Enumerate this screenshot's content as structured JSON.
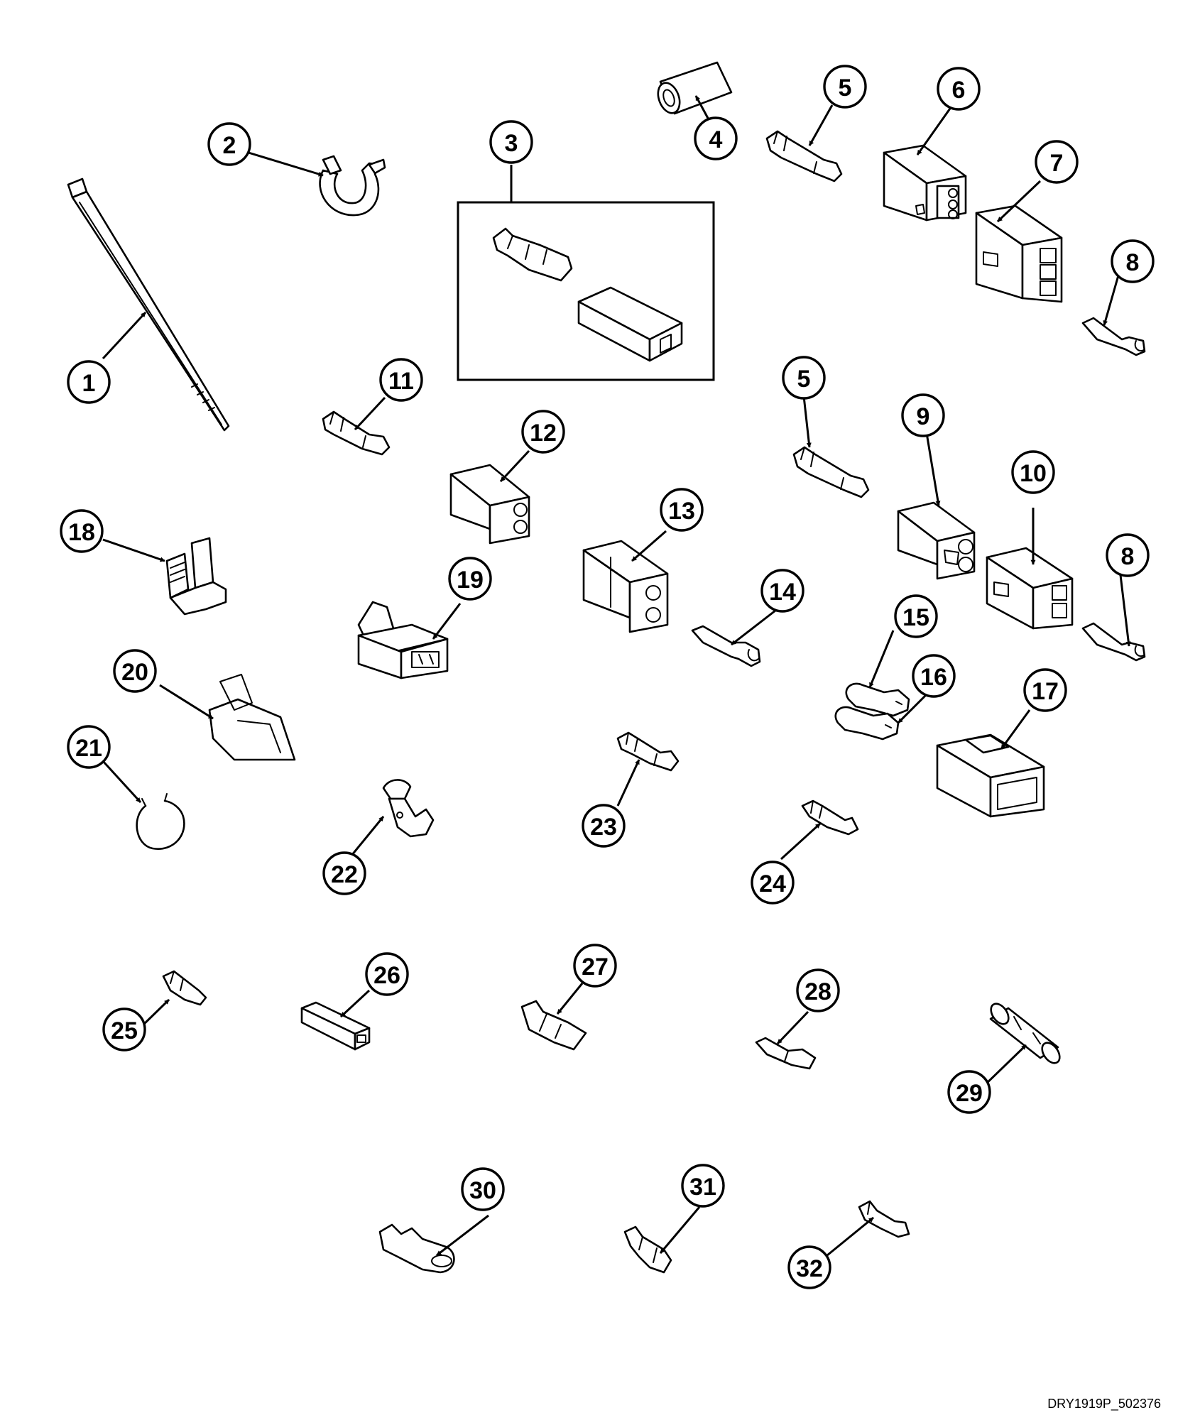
{
  "drawing_id": "DRY1919P_502376",
  "callouts": [
    "1",
    "2",
    "3",
    "4",
    "5",
    "6",
    "7",
    "8",
    "5",
    "9",
    "10",
    "8",
    "11",
    "12",
    "13",
    "14",
    "15",
    "16",
    "17",
    "18",
    "19",
    "20",
    "21",
    "22",
    "23",
    "24",
    "25",
    "26",
    "27",
    "28",
    "29",
    "30",
    "31",
    "32"
  ]
}
